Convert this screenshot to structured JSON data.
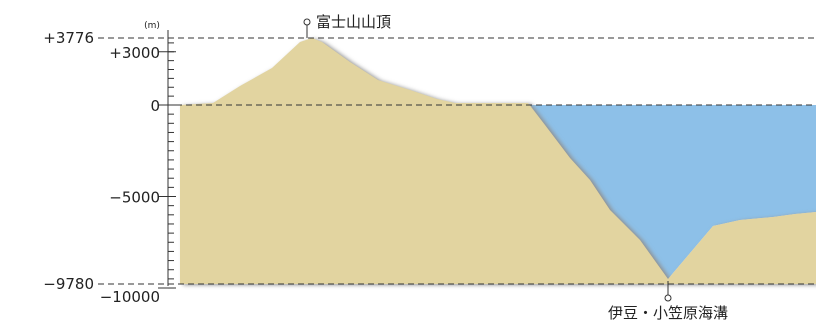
{
  "diagram": {
    "unit": "(m)",
    "axis": {
      "min": -10000,
      "max": 3776,
      "ticks": [
        {
          "value": 3000,
          "label": "+3000"
        },
        {
          "value": 0,
          "label": "0"
        },
        {
          "value": -5000,
          "label": "−5000"
        },
        {
          "value": -10000,
          "label": "−10000"
        }
      ],
      "minor_step": 500
    },
    "reference_lines": [
      {
        "value": 3776,
        "label": "+3776"
      },
      {
        "value": 0,
        "label": ""
      },
      {
        "value": -9780,
        "label": "−9780"
      }
    ],
    "markers": [
      {
        "name": "富士山山頂",
        "elevation": 3776
      },
      {
        "name": "伊豆・小笠原海溝",
        "elevation": -9780
      }
    ],
    "colors": {
      "land": "#e2d4a0",
      "sea": "#8dc0e8",
      "shadow": "#8e8e8e",
      "line": "#333333"
    }
  }
}
